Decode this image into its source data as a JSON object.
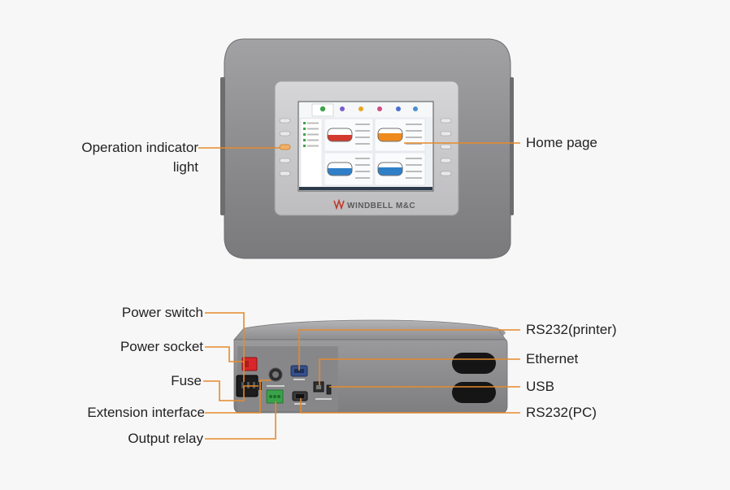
{
  "brand": "WINDBELL M&C",
  "callouts": {
    "operation_indicator_line1": "Operation indicator",
    "operation_indicator_line2": "light",
    "home_page": "Home page",
    "power_switch": "Power switch",
    "power_socket": "Power socket",
    "fuse": "Fuse",
    "extension_interface": "Extension interface",
    "output_relay": "Output relay",
    "rs232_printer": "RS232(printer)",
    "ethernet": "Ethernet",
    "usb": "USB",
    "rs232_pc": "RS232(PC)"
  },
  "colors": {
    "leader_line": "#e58a2c",
    "housing": "#8a8a8c",
    "bezel": "#c9c9cb",
    "screen_bg": "#eef1f4",
    "power_switch": "#d8262a",
    "terminal": "#3aa24a",
    "tank_red": "#d23a2e",
    "tank_orange": "#ee8a1e",
    "tank_blue": "#2f7fc8"
  }
}
